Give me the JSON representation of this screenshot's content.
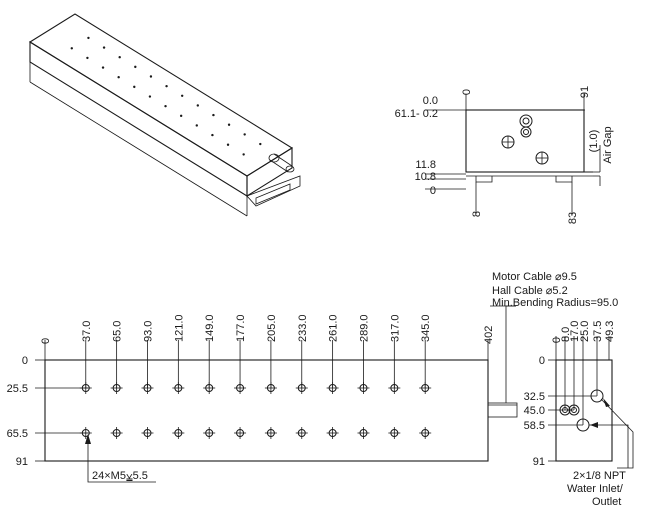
{
  "top_view": {
    "x_dims": [
      "0",
      "37.0",
      "65.0",
      "93.0",
      "121.0",
      "149.0",
      "177.0",
      "205.0",
      "233.0",
      "261.0",
      "289.0",
      "317.0",
      "345.0",
      "402"
    ],
    "y_dims": [
      "0",
      "25.5",
      "65.5",
      "91"
    ],
    "hole_callout": "24×M5⩣5.5",
    "cable_note": {
      "motor": "Motor Cable ⌀9.5",
      "hall": "Hall Cable ⌀5.2",
      "bending": "Min.Bending Radius=95.0"
    }
  },
  "end_view": {
    "x_dims": [
      "0",
      "91"
    ],
    "y_dims": [
      "0.0",
      "61.1- 0.2",
      "11.8",
      "10.8",
      "0"
    ],
    "base_dims": [
      "8",
      "83"
    ],
    "air_gap_value": "(1.0)",
    "air_gap_label": "Air Gap"
  },
  "side_view": {
    "x_dims": [
      "0",
      "8.0",
      "17.0",
      "25.0",
      "37.5",
      "49.3"
    ],
    "y_dims": [
      "0",
      "32.5",
      "45.0",
      "58.5",
      "91"
    ],
    "water_note_line1": "2×1/8 NPT",
    "water_note_line2": "Water Inlet/",
    "water_note_line3": "Outlet"
  }
}
